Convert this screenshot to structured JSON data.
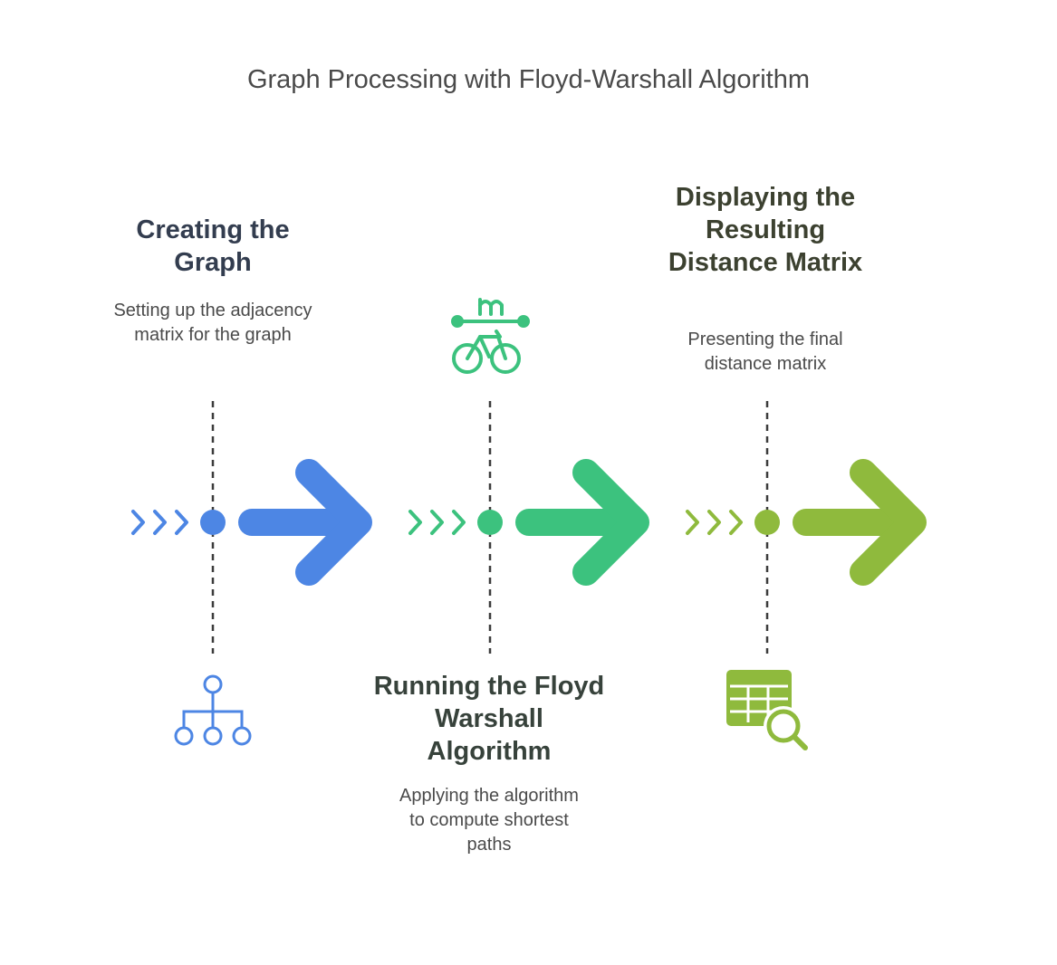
{
  "title": "Graph Processing with Floyd-Warshall Algorithm",
  "stages": [
    {
      "heading": "Creating the Graph",
      "description": "Setting up the adjacency matrix for the graph",
      "color": "#4d86e4",
      "icon": "hierarchy-icon"
    },
    {
      "heading": "Running the Floyd Warshall Algorithm",
      "description": "Applying the algorithm to compute shortest paths",
      "color": "#3cc27e",
      "icon": "bicycle-icon"
    },
    {
      "heading": "Displaying the Resulting Distance Matrix",
      "description": "Presenting the final distance matrix",
      "color": "#8fba3d",
      "icon": "table-search-icon"
    }
  ]
}
